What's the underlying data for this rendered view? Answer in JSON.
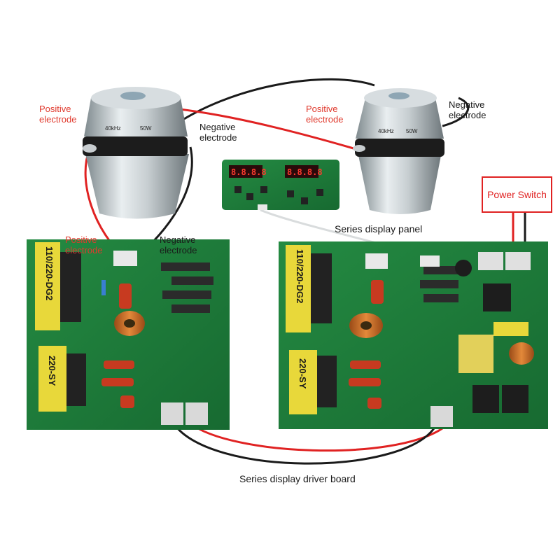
{
  "labels": {
    "positive_electrode_left": "Positive\nelectrode",
    "negative_electrode_left": "Negative\nelectrode",
    "positive_electrode_right": "Positive\nelectrode",
    "negative_electrode_right": "Negative\nelectrode",
    "positive_electrode_board": "Positive\nelectrode",
    "negative_electrode_board": "Negative\nelectrode",
    "power_switch": "Power Switch",
    "display_panel": "Series display panel",
    "driver_board": "Series display driver board"
  },
  "transducers": [
    {
      "spec": "40kHz",
      "power": "50W"
    },
    {
      "spec": "40kHz",
      "power": "50W"
    }
  ],
  "boards": [
    {
      "transformer_top": "110/220-DG2",
      "transformer_bottom": "220-SY"
    },
    {
      "transformer_top": "110/220-DG2",
      "transformer_bottom": "220-SY"
    }
  ],
  "display": {
    "left_digits": "8.8.8.8",
    "right_digits": "8.8.8.8"
  },
  "colors": {
    "pcb": "#1f7a3a",
    "pcb_dark": "#14582a",
    "wire_red": "#e02222",
    "wire_black": "#1a1a1a",
    "transformer_yellow": "#e8d83a",
    "label_red": "#e03a2e"
  }
}
